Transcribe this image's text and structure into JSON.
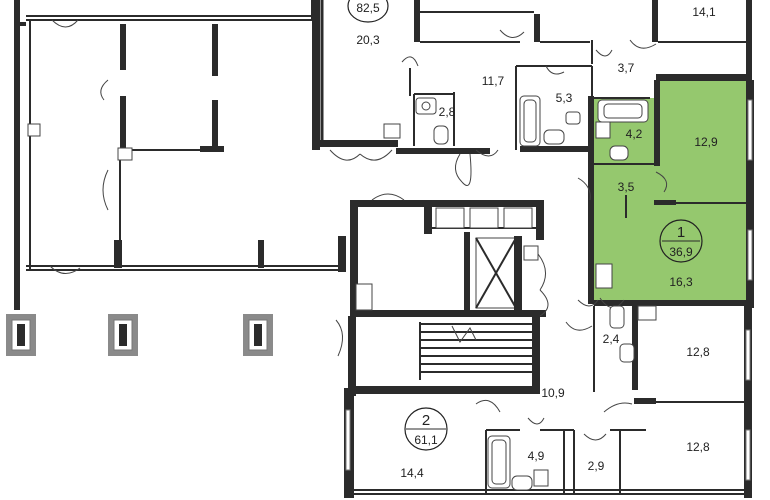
{
  "accent": {
    "highlight": "#95c86e",
    "wall": "#2b2b2b"
  },
  "apartments": {
    "apt1": {
      "number": "1",
      "area": "36,9"
    },
    "apt2": {
      "number": "2",
      "area": "61,1"
    },
    "apt_top": {
      "area": "82,5"
    }
  },
  "rooms": {
    "r_20_3": "20,3",
    "r_14_1": "14,1",
    "r_11_7": "11,7",
    "r_3_7": "3,7",
    "r_5_3": "5,3",
    "r_2_8": "2,8",
    "r_4_2": "4,2",
    "r_12_9": "12,9",
    "r_3_5": "3,5",
    "r_16_3": "16,3",
    "r_2_4": "2,4",
    "r_12_8a": "12,8",
    "r_10_9": "10,9",
    "r_12_8b": "12,8",
    "r_14_4": "14,4",
    "r_4_9": "4,9",
    "r_2_9": "2,9"
  }
}
